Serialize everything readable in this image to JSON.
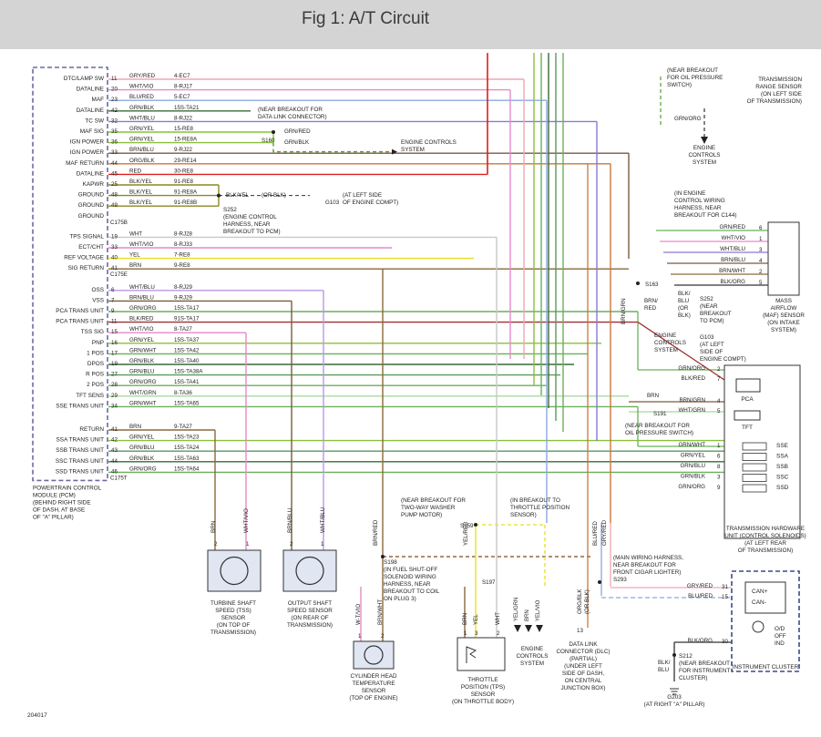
{
  "title": "Fig 1: A/T Circuit",
  "figure_id": "204017",
  "colors": {
    "pcm_outline": "#6a6aa0"
  },
  "pcm": {
    "name_lines": [
      "POWERTRAIN CONTROL",
      "MODULE (PCM)",
      "(BEHIND RIGHT SIDE",
      "OF DASH, AT BASE",
      "OF \"A\" PILLAR)"
    ],
    "connectors": [
      "C175B",
      "C175E",
      "C175T"
    ],
    "pins": [
      {
        "label": "DTC/LAMP SW",
        "num": "11",
        "color": "GRY/RED",
        "circuit": "4-EC7",
        "wire": "#f2a6b4",
        "end": 575
      },
      {
        "label": "DATALINE",
        "num": "20",
        "color": "WHT/VIO",
        "circuit": "8-RJ17",
        "wire": "#e68ac8",
        "end": 560
      },
      {
        "label": "MAF",
        "num": "23",
        "color": "BLU/RED",
        "circuit": "5-EC7",
        "wire": "#8aa8e0",
        "end": 600
      },
      {
        "label": "DATALINE",
        "num": "42",
        "color": "GRN/BLK",
        "circuit": "15S-TA21",
        "wire": "#3a6a3a",
        "end": 275
      },
      {
        "label": "TC SW",
        "num": "32",
        "color": "WHT/BLU",
        "circuit": "8-RJ22",
        "wire": "#8a78d8",
        "end": 655
      },
      {
        "label": "MAF SIG",
        "num": "35",
        "color": "GRN/YEL",
        "circuit": "15-RE8",
        "wire": "#8abf3a",
        "end": 300
      },
      {
        "label": "IGN POWER",
        "num": "36",
        "color": "GRN/YEL",
        "circuit": "15-RE8A",
        "wire": "#8abf3a",
        "end": 300
      },
      {
        "label": "IGN POWER",
        "num": "33",
        "color": "BRN/BLU",
        "circuit": "9-RJ22",
        "wire": "#7a5a3a",
        "end": 690
      },
      {
        "label": "MAF RETURN",
        "num": "44",
        "color": "ORG/BLK",
        "circuit": "29-RE14",
        "wire": "#c8783a",
        "end": 670
      },
      {
        "label": "DATALINE",
        "num": "45",
        "color": "RED",
        "circuit": "30-RE8",
        "wire": "#e02020",
        "end": 535
      },
      {
        "label": "KAPWR",
        "num": "25",
        "color": "BLK/YEL",
        "circuit": "91-RE8",
        "wire": "#8a8a20",
        "end": 240
      },
      {
        "label": "GROUND",
        "num": "48",
        "color": "BLK/YEL",
        "circuit": "91-RE8A",
        "wire": "#8a8a20",
        "end": 240
      },
      {
        "label": "GROUND",
        "num": "49",
        "color": "BLK/YEL",
        "circuit": "91-RE8B",
        "wire": "#8a8a20",
        "end": 240
      },
      {
        "label": "GROUND",
        "num": "",
        "color": "",
        "circuit": "",
        "wire": "",
        "end": 0
      },
      {
        "label": "TPS SIGNAL",
        "num": "19",
        "color": "WHT",
        "circuit": "8-RJ28",
        "wire": "#c8c8c8",
        "end": 545
      },
      {
        "label": "ECT/CHT",
        "num": "33",
        "color": "WHT/VIO",
        "circuit": "8-RJ33",
        "wire": "#e68ac8",
        "end": 430
      },
      {
        "label": "REF VOLTAGE",
        "num": "40",
        "color": "YEL",
        "circuit": "7-RE8",
        "wire": "#e8e020",
        "end": 520
      },
      {
        "label": "SIG RETURN",
        "num": "41",
        "color": "BRN",
        "circuit": "9-RE8",
        "wire": "#8a6a3a",
        "end": 690
      },
      {
        "label": "OSS",
        "num": "6",
        "color": "WHT/BLU",
        "circuit": "8-RJ29",
        "wire": "#b898e8",
        "end": 355
      },
      {
        "label": "VSS",
        "num": "7",
        "color": "BRN/BLU",
        "circuit": "9-RJ29",
        "wire": "#7a5a3a",
        "end": 320
      },
      {
        "label": "PCA TRANS UNIT",
        "num": "9",
        "color": "GRN/ORG",
        "circuit": "15S-TA17",
        "wire": "#6ab05a",
        "end": 700
      },
      {
        "label": "PCA TRANS UNIT",
        "num": "11",
        "color": "BLK/RED",
        "circuit": "91S-TA17",
        "wire": "#a03030",
        "end": 700
      },
      {
        "label": "TSS SIG",
        "num": "15",
        "color": "WHT/VIO",
        "circuit": "8-TA27",
        "wire": "#e68ac8",
        "end": 270
      },
      {
        "label": "PNP",
        "num": "16",
        "color": "GRN/YEL",
        "circuit": "15S-TA37",
        "wire": "#8abf3a",
        "end": 660
      },
      {
        "label": "1 POS",
        "num": "17",
        "color": "GRN/WHT",
        "circuit": "15S-TA42",
        "wire": "#6ab05a",
        "end": 645
      },
      {
        "label": "DPOS",
        "num": "19",
        "color": "GRN/BLK",
        "circuit": "15S-TA40",
        "wire": "#3a6a3a",
        "end": 630
      },
      {
        "label": "R POS",
        "num": "27",
        "color": "GRN/BLU",
        "circuit": "15S-TA38A",
        "wire": "#5a9a5a",
        "end": 615
      },
      {
        "label": "2 POS",
        "num": "28",
        "color": "GRN/ORG",
        "circuit": "15S-TA41",
        "wire": "#6ab05a",
        "end": 600
      },
      {
        "label": "TFT SENS",
        "num": "29",
        "color": "WHT/GRN",
        "circuit": "8-TA36",
        "wire": "#a8d8a0",
        "end": 690
      },
      {
        "label": "SSE TRANS UNIT",
        "num": "34",
        "color": "GRN/WHT",
        "circuit": "15S-TA65",
        "wire": "#6ab05a",
        "end": 700
      },
      {
        "label": "RETURN",
        "num": "41",
        "color": "BRN",
        "circuit": "9-TA27",
        "wire": "#8a6a3a",
        "end": 236
      },
      {
        "label": "SSA TRANS UNIT",
        "num": "42",
        "color": "GRN/YEL",
        "circuit": "15S-TA23",
        "wire": "#8abf3a",
        "end": 795
      },
      {
        "label": "SSB TRANS UNIT",
        "num": "43",
        "color": "GRN/BLU",
        "circuit": "15S-TA24",
        "wire": "#5a9a5a",
        "end": 795
      },
      {
        "label": "SSC TRANS UNIT",
        "num": "44",
        "color": "GRN/BLK",
        "circuit": "15S-TA63",
        "wire": "#3a6a3a",
        "end": 795
      },
      {
        "label": "SSD TRANS UNIT",
        "num": "46",
        "color": "GRN/ORG",
        "circuit": "15S-TA64",
        "wire": "#6ab05a",
        "end": 795
      }
    ]
  },
  "splices": {
    "s160": "S160",
    "s160_note": [
      "(NEAR BREAKOUT FOR",
      "DATA LINK CONNECTOR)"
    ],
    "s160_wires": [
      "GRN/RED",
      "GRN/BLK"
    ],
    "engine_controls": [
      "ENGINE CONTROLS",
      "SYSTEM"
    ],
    "ground_wire": "BLK/YEL",
    "ground_or": "(OR BLK)",
    "g103": "G103",
    "g103_note": [
      "(AT LEFT SIDE",
      "OF ENGINE COMPT)"
    ],
    "s252": [
      "S252",
      "(ENGINE CONTROL",
      "HARNESS, NEAR",
      "BREAKOUT TO PCM)"
    ]
  },
  "top_right": {
    "oil_note": [
      "(NEAR BREAKOUT",
      "FOR OIL PRESSURE",
      "SWITCH)"
    ],
    "grn_org": "GRN/ORG",
    "engine_controls": [
      "ENGINE",
      "CONTROLS",
      "SYSTEM"
    ],
    "trs_note": [
      "TRANSMISSION",
      "RANGE SENSOR",
      "(ON LEFT SIDE",
      "OF TRANSMISSION)"
    ],
    "c144_note": [
      "(IN ENGINE",
      "CONTROL WIRING",
      "HARNESS, NEAR",
      "BREAKOUT FOR C144)"
    ]
  },
  "maf": {
    "pins": [
      {
        "num": "6",
        "color": "GRN/RED"
      },
      {
        "num": "1",
        "color": "WHT/VIO"
      },
      {
        "num": "3",
        "color": "WHT/BLU"
      },
      {
        "num": "4",
        "color": "BRN/BLU"
      },
      {
        "num": "2",
        "color": "BRN/WHT"
      },
      {
        "num": "5",
        "color": "BLK/ORG"
      }
    ],
    "name": [
      "MASS",
      "AIRFLOW",
      "(MAF) SENSOR",
      "(ON INTAKE",
      "SYSTEM)"
    ],
    "s163": "S163",
    "brn_grn": "BRN/GRN",
    "brn_red": [
      "BRN/",
      "RED"
    ],
    "blk_blu": [
      "BLK/",
      "BLU",
      "(OR",
      "BLK)"
    ],
    "s252_note": [
      "S252",
      "(NEAR",
      "BREAKOUT",
      "TO PCM)"
    ],
    "g103_note": [
      "G103",
      "(AT LEFT",
      "SIDE OF",
      "ENGINE COMPT)"
    ],
    "engine_controls": [
      "ENGINE",
      "CONTROLS",
      "SYSTEM"
    ]
  },
  "pca": {
    "pins": [
      {
        "num": "2",
        "color": "GRN/ORG"
      },
      {
        "num": "7",
        "color": "BLK/RED"
      },
      {
        "num": "4",
        "color": "BRN/GRN"
      },
      {
        "num": "5",
        "color": "WHT/GRN"
      }
    ],
    "pca_label": "PCA",
    "tft_label": "TFT",
    "brn": "BRN",
    "s191": "S191",
    "s191_note": [
      "(NEAR BREAKOUT FOR",
      "OIL PRESSURE SWITCH)"
    ]
  },
  "solenoid": {
    "pins": [
      {
        "num": "1",
        "color": "GRN/WHT",
        "label": "SSE"
      },
      {
        "num": "6",
        "color": "GRN/YEL",
        "label": "SSA"
      },
      {
        "num": "8",
        "color": "GRN/BLU",
        "label": "SSB"
      },
      {
        "num": "3",
        "color": "GRN/BLK",
        "label": "SSC"
      },
      {
        "num": "9",
        "color": "GRN/ORG",
        "label": "SSD"
      }
    ],
    "name": [
      "TRANSMISSION HARDWARE",
      "UNIT (CONTROL SOLENOIDS)",
      "(AT LEFT REAR",
      "OF TRANSMISSION)"
    ]
  },
  "bottom": {
    "tss": {
      "wires": [
        "BRN",
        "WHT/VIO"
      ],
      "pins": [
        "2",
        "1"
      ],
      "name": [
        "TURBINE SHAFT",
        "SPEED (TSS)",
        "SENSOR",
        "(ON TOP OF",
        "TRANSMISSION)"
      ]
    },
    "oss": {
      "wires": [
        "BRN/BLU",
        "WHT/BLU"
      ],
      "pins": [
        "2",
        "1"
      ],
      "name": [
        "OUTPUT SHAFT",
        "SPEED SENSOR",
        "(ON REAR OF",
        "TRANSMISSION)"
      ]
    },
    "cht": {
      "wires": [
        "W-T/VIO",
        "BRN/WHT"
      ],
      "pins": [
        "1",
        "2"
      ],
      "name": [
        "CYLINDER HEAD",
        "TEMPERATURE",
        "SENSOR",
        "(TOP OF ENGINE)"
      ]
    },
    "brn_red": "BRN/RED",
    "s198": [
      "S198",
      "(IN FUEL SHUT-OFF",
      "SOLENOID WIRING",
      "HARNESS, NEAR",
      "BREAKOUT TO COIL",
      "ON PLUG 3)"
    ],
    "washer_note": [
      "(NEAR BREAKOUT FOR",
      "TWO-WAY WASHER",
      "PUMP MOTOR)"
    ],
    "tps_note": [
      "(IN BREAKOUT TO",
      "THROTTLE POSITION",
      "SENSOR)"
    ],
    "s159": "S159",
    "s197": "S197",
    "yel_red": [
      "YEL/",
      "RED"
    ],
    "tps": {
      "wires": [
        "BRN",
        "YEL",
        "WHT"
      ],
      "pins": [
        "1",
        "3",
        "2"
      ],
      "name": [
        "THROTTLE",
        "POSITION (TPS)",
        "SENSOR",
        "(ON THROTTLE BODY)"
      ]
    },
    "ecs_wires": [
      "YEL/GRN",
      "BRN",
      "YEL/VIO"
    ],
    "ecs": [
      "ENGINE",
      "CONTROLS",
      "SYSTEM"
    ],
    "dlc_wire": [
      "ORG/BLK",
      "(OR BLK)"
    ],
    "dlc_pin": "13",
    "dlc": [
      "DATA LINK",
      "CONNECTOR (DLC)",
      "(PARTIAL)",
      "(UNDER LEFT",
      "SIDE OF DASH,",
      "ON CENTRAL",
      "JUNCTION BOX)"
    ],
    "blu_red": "BLU/RED",
    "gry_red": "GRY/RED",
    "s293": [
      "(MAIN WIRING HARNESS,",
      "NEAR BREAKOUT FOR",
      "FRONT CIGAR LIGHTER)",
      "S293"
    ],
    "blk_blu": [
      "BLK/",
      "BLU"
    ],
    "s212": [
      "S212",
      "(NEAR BREAKOUT",
      "FOR INSTRUMENT",
      "CLUSTER)"
    ],
    "g203": [
      "G203",
      "(AT RIGHT \"A\" PILLAR)"
    ]
  },
  "cluster": {
    "pins": [
      {
        "num": "31",
        "color": "GRY/RED"
      },
      {
        "num": "15",
        "color": "BLU/RED"
      },
      {
        "num": "30",
        "color": "BLK/ORG"
      }
    ],
    "can": [
      "CAN+",
      "CAN-"
    ],
    "ind": [
      "O/D",
      "OFF",
      "IND"
    ],
    "name": "INSTRUMENT CLUSTER"
  }
}
